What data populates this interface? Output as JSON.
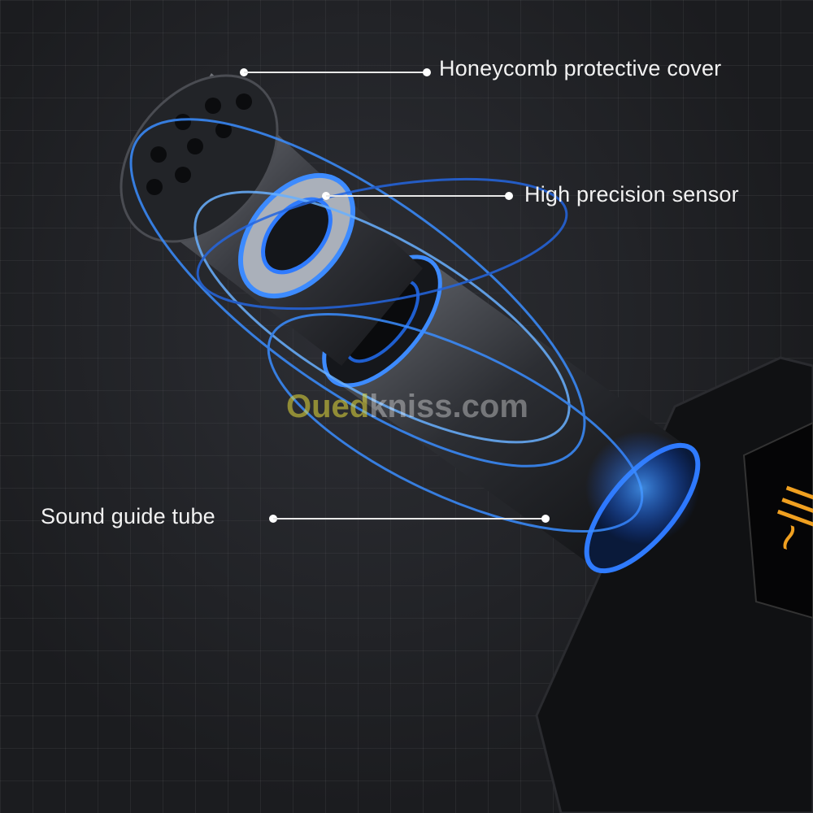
{
  "labels": {
    "cover": "Honeycomb protective cover",
    "sensor": "High precision sensor",
    "tube": "Sound guide tube"
  },
  "watermark": {
    "part1": "Oued",
    "part2": "kniss.com"
  },
  "colors": {
    "accent": "#2f7bff",
    "background": "#1b1c1f"
  }
}
